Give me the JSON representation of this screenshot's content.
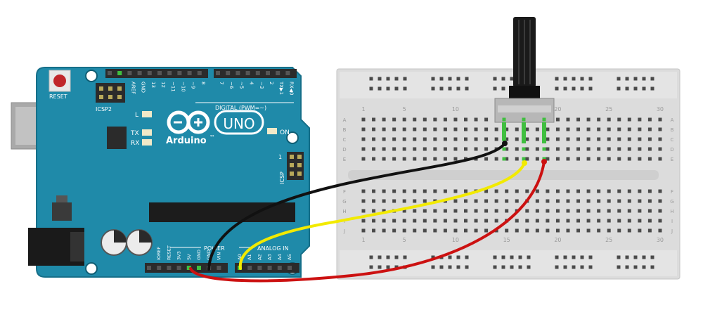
{
  "board": {
    "reset_label": "RESET",
    "icsp2_label": "ICSP2",
    "icsp_label": "ICSP",
    "icsp_pin1": "1",
    "l_label": "L",
    "tx_label": "TX",
    "rx_label": "RX",
    "on_label": "ON",
    "uno_label": "UNO",
    "brand": "Arduino",
    "brand_mark": "™",
    "digital_label": "DIGITAL (PWM=~)",
    "power_label": "POWER",
    "analog_label": "ANALOG IN",
    "digital_pins": [
      "AREF",
      "GND",
      "13",
      "12",
      "~11",
      "~10",
      "~9",
      "8",
      "7",
      "~6",
      "~5",
      "4",
      "~3",
      "2",
      "TX▶1",
      "RX◀0"
    ],
    "power_pins": [
      "IOREF",
      "RESET",
      "3V3",
      "5V",
      "GND",
      "GND",
      "VIN"
    ],
    "analog_pins": [
      "A0",
      "A1",
      "A2",
      "A3",
      "A4",
      "A5"
    ],
    "colors": {
      "pcb": "#1f8aa9",
      "pcb_edge": "#166f89",
      "silk": "#ffffff",
      "header": "#2b2b2b"
    }
  },
  "breadboard": {
    "column_numbers": [
      "1",
      "5",
      "10",
      "15",
      "20",
      "25",
      "30"
    ],
    "rows_top": [
      "A",
      "B",
      "C",
      "D",
      "E"
    ],
    "rows_bottom": [
      "F",
      "G",
      "H",
      "I",
      "J"
    ]
  },
  "wires": {
    "black": "#111111",
    "yellow": "#f2ea00",
    "red": "#cc1111"
  }
}
